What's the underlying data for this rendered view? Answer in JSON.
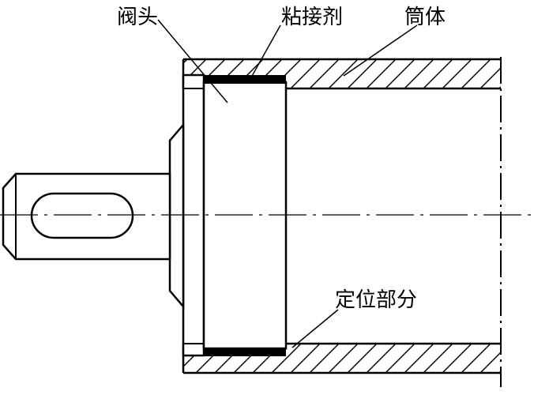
{
  "labels": {
    "valve_head": "阀头",
    "adhesive": "粘接剂",
    "cylinder_body": "筒体",
    "locating_part": "定位部分"
  },
  "colors": {
    "line": "#000000",
    "background": "#ffffff"
  }
}
